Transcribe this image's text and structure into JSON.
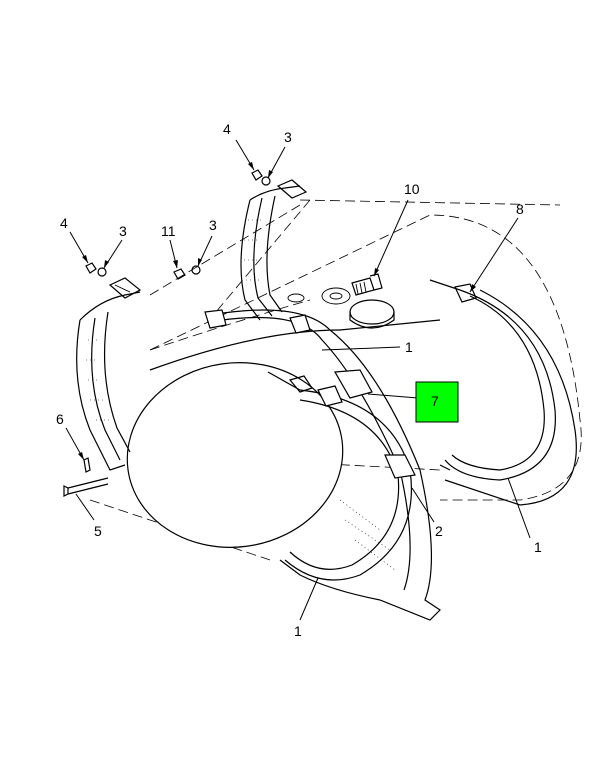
{
  "diagram": {
    "callouts": {
      "c4_top": "4",
      "c3_top": "3",
      "c10": "10",
      "c8": "8",
      "c4_left": "4",
      "c3_left": "3",
      "c11": "11",
      "c3_mid": "3",
      "c1_mid": "1",
      "c7": "7",
      "c6": "6",
      "c5": "5",
      "c2": "2",
      "c1_right": "1",
      "c1_bottom": "1"
    },
    "highlight_color": "#00ff00"
  }
}
